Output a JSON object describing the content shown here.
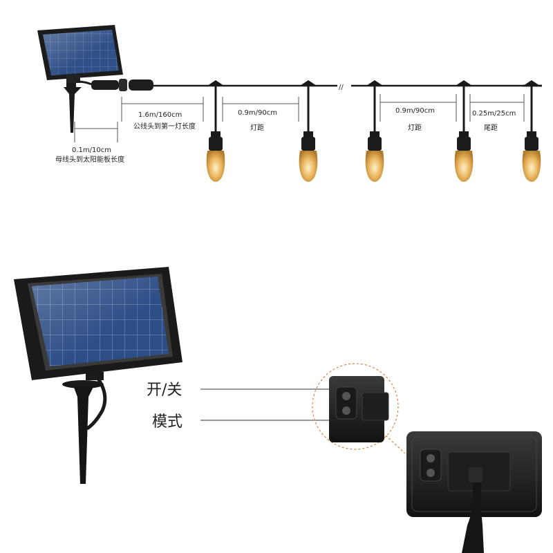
{
  "diagram": {
    "top": {
      "dims": {
        "male_to_first_length": "1.6m/160cm",
        "male_to_first_label": "公线头到第一灯长度",
        "female_to_panel_length": "0.1m/10cm",
        "female_to_panel_label": "母线头到太阳能板长度",
        "spacing_1_length": "0.9m/90cm",
        "spacing_1_label": "灯距",
        "spacing_2_length": "0.9m/90cm",
        "spacing_2_label": "灯距",
        "tail_length": "0.25m/25cm",
        "tail_label": "尾距",
        "break_mark": "//"
      }
    },
    "bottom": {
      "switch_label": "开/关",
      "mode_label": "模式"
    }
  },
  "colors": {
    "cable": "#1a1a1a",
    "bulb_glow": "#e0a84a",
    "panel_cell": "#2f4f86",
    "panel_frame": "#1c1c1c",
    "callout_dash": "#e08040"
  }
}
